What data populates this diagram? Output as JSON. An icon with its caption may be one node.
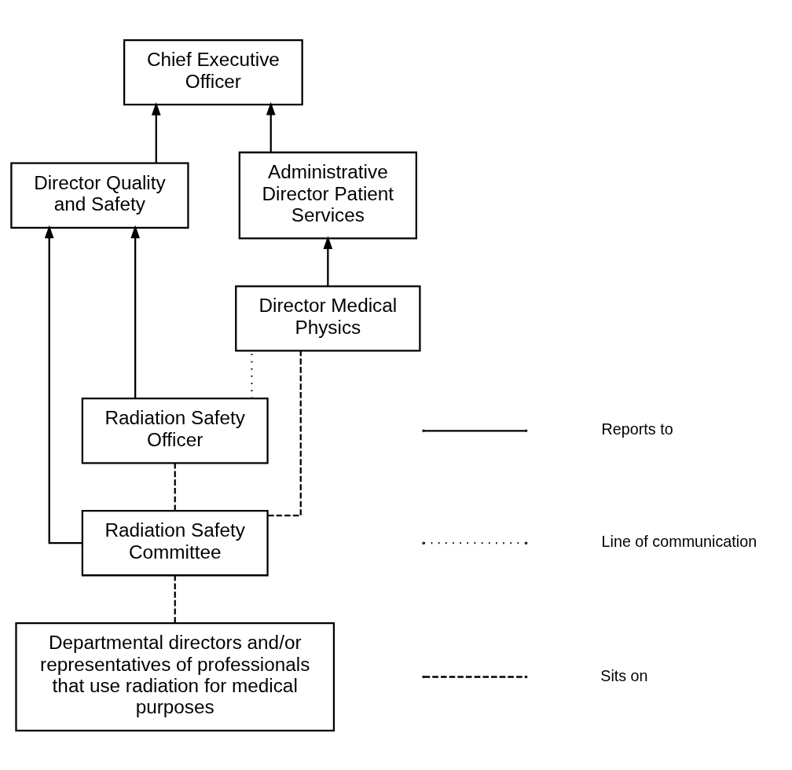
{
  "diagram": {
    "nodes": [
      {
        "text": [
          "Chief Executive Officer"
        ]
      },
      {
        "text": [
          "Director Quality and Safety"
        ]
      },
      {
        "text": [
          "Administrative Director Patient Services"
        ]
      },
      {
        "text": [
          "Director Medical Physics"
        ]
      },
      {
        "text": [
          "Radiation Safety Officer"
        ]
      },
      {
        "text": [
          "Radiation Safety Committee"
        ]
      },
      {
        "text": [
          "Departmental directors and/or representatives of professionals that use radiation for medical purposes"
        ]
      }
    ],
    "edges": [
      {
        "from": 1,
        "to": 0,
        "arrow": "to"
      },
      {
        "from": 2,
        "to": 0,
        "arrow": "to"
      },
      {
        "from": 3,
        "to": 2,
        "arrow": "to"
      },
      {
        "from": 4,
        "to": 1,
        "arrow": "to"
      },
      {
        "from": 5,
        "to": 1,
        "arrow": "to"
      },
      {
        "from": 4,
        "to": 3,
        "arrow": "none",
        "style": "dashed"
      },
      {
        "from": 4,
        "to": 5,
        "arrow": "none",
        "style": "dashed"
      },
      {
        "from": 5,
        "to": 3,
        "arrow": "none",
        "style": "dashed"
      },
      {
        "from": 5,
        "to": 6,
        "arrow": "none",
        "style": "dashed"
      }
    ],
    "legend": [
      {
        "text": "Reports to"
      },
      {
        "text": "Line of communication"
      },
      {
        "text": "Sits on"
      }
    ]
  }
}
